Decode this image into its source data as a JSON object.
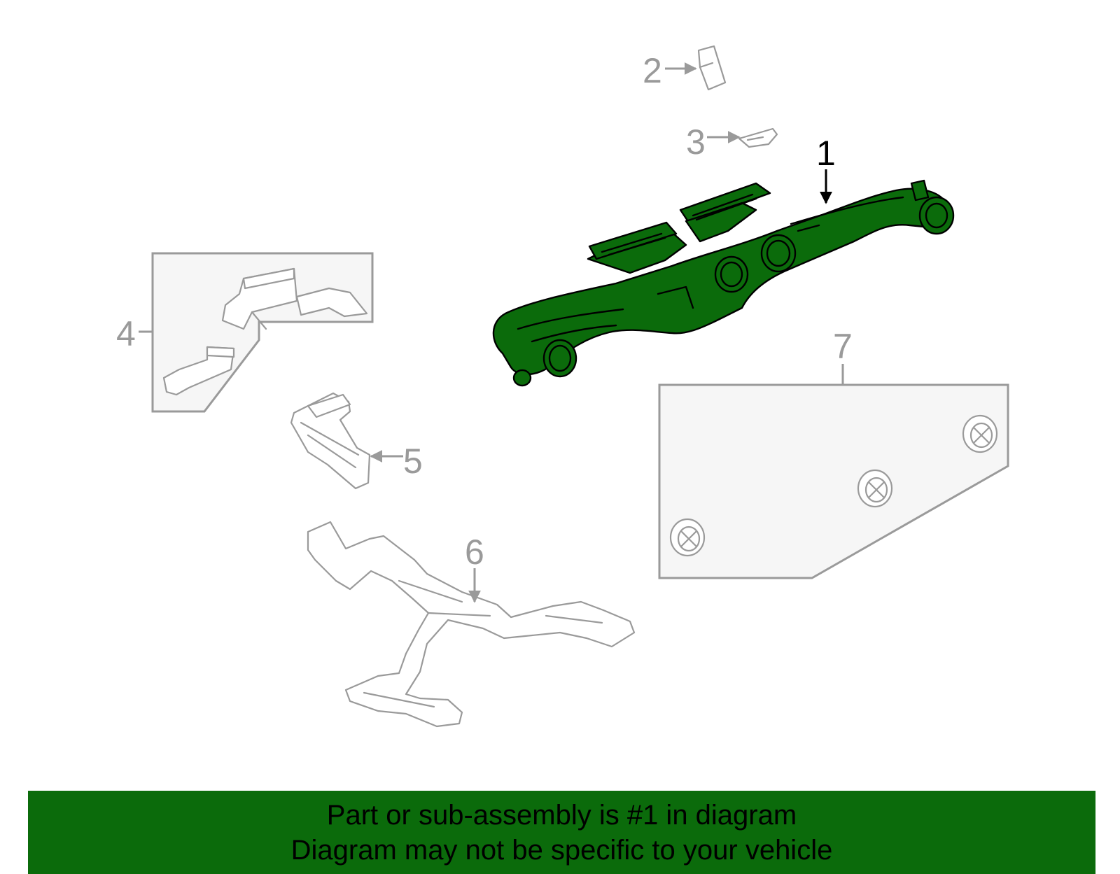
{
  "diagram": {
    "callouts": {
      "c1": "1",
      "c2": "2",
      "c3": "3",
      "c4": "4",
      "c5": "5",
      "c6": "6",
      "c7": "7"
    },
    "highlight_color": "#0b6b0b",
    "part_line_color": "#9a9a9a"
  },
  "banner": {
    "line1": "Part or sub-assembly is #1 in diagram",
    "line2": "Diagram may not be specific to your vehicle",
    "background_color": "#0b6b0b"
  }
}
